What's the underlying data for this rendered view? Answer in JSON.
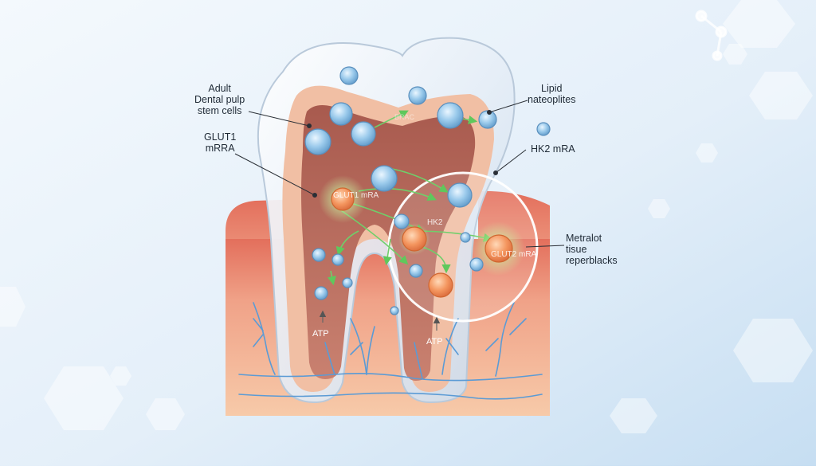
{
  "labels": {
    "adult_pulp_stem_cells": [
      "Adult",
      "Dental pulp",
      "stem cells"
    ],
    "glut1_mrna": [
      "GLUT1",
      "mRRA"
    ],
    "lipid_nateoplites": [
      "Lipid",
      "nateoplites"
    ],
    "hk2_mrna": "HK2 mRA",
    "metabolic_tissue": [
      "Metralot",
      "tisue",
      "reperblacks"
    ]
  },
  "in_image_text": {
    "glut1_cell": "GLUT1 mRA",
    "hk2_cell": "HK2",
    "glut2_cell": "GLUT2 mRA",
    "atp_left": "ATP",
    "atp_right": "ATP",
    "faint_top": "BRAC"
  },
  "colors": {
    "background_light": "#eaf3fb",
    "background_blue": "#c4ddf1",
    "enamel": "#dbe8f4",
    "dentin": "#f2c0a3",
    "pulp": "#b5685a",
    "gum": "#e98571",
    "gum_light": "#f8c7a9",
    "vessel": "#5b9bd5",
    "stem_cell": "#7fb6de",
    "glut_cell": "#ef8f5a",
    "arrow_green": "#6fcf6a"
  }
}
